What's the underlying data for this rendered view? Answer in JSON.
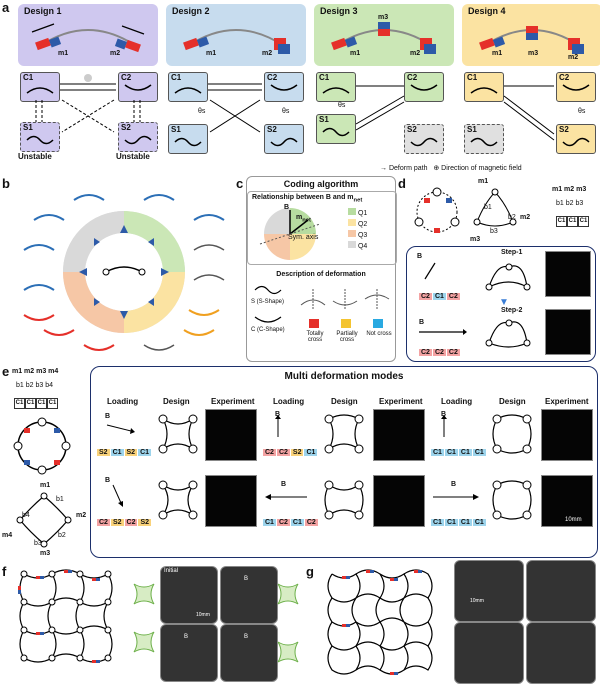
{
  "panels": {
    "a": "a",
    "b": "b",
    "c": "c",
    "d": "d",
    "e": "e",
    "f": "f",
    "g": "g"
  },
  "designs": [
    {
      "title": "Design 1",
      "color": "#cfc8ef",
      "magnets": [
        "m1",
        "m2"
      ]
    },
    {
      "title": "Design 2",
      "color": "#c7dcee",
      "magnets": [
        "m1",
        "m2"
      ]
    },
    {
      "title": "Design 3",
      "color": "#cbe7b6",
      "magnets": [
        "m1",
        "m3",
        "m2"
      ]
    },
    {
      "title": "Design 4",
      "color": "#fbe3a2",
      "magnets": [
        "m1",
        "m3",
        "m2"
      ]
    }
  ],
  "states": {
    "c1": "C1",
    "c2": "C2",
    "s1": "S1",
    "s2": "S2"
  },
  "unstable": "Unstable",
  "theta": "θs",
  "legend": {
    "deform": "Deform path",
    "field": "Direction of magnetic field"
  },
  "coding": {
    "title": "Coding algorithm",
    "relationship": "Relationship between B and m",
    "relationship_sub": "net",
    "B": "B",
    "mnet": "m",
    "mnet_sub": "net",
    "sym_axis": "Sym. axis",
    "quadrants": [
      {
        "label": "Q1",
        "color": "#b7dca0"
      },
      {
        "label": "Q2",
        "color": "#fbe3a2"
      },
      {
        "label": "Q3",
        "color": "#f6c7a6"
      },
      {
        "label": "Q4",
        "color": "#d9d9d9"
      }
    ],
    "description": "Description of deformation",
    "s_shape": "S (S-Shape)",
    "c_shape": "C (C-Shape)",
    "cross": [
      {
        "label": "Totally cross",
        "color": "#e5302a"
      },
      {
        "label": "Partially cross",
        "color": "#f4c430"
      },
      {
        "label": "Not cross",
        "color": "#29a9e1"
      }
    ]
  },
  "panel_d": {
    "m1": "m1",
    "m2": "m2",
    "m3": "m3",
    "b1": "b1",
    "b2": "b2",
    "b3": "b3",
    "code_header": "m1 m2 m3",
    "code_b": "b1 b2 b3",
    "code": [
      "C1",
      "C1",
      "C1"
    ],
    "step1": "Step-1",
    "step2": "Step-2",
    "B": "B",
    "step1_code": [
      "C2",
      "C1",
      "C2"
    ],
    "step2_code": [
      "C2",
      "C2",
      "C2"
    ]
  },
  "panel_e": {
    "code_header": "m1 m2 m3 m4",
    "code_b": "b1 b2 b3 b4",
    "code": [
      "C1",
      "C1",
      "C1",
      "C1"
    ],
    "m_labels": [
      "m1",
      "m2",
      "m3",
      "m4"
    ],
    "b_labels": [
      "b1",
      "b2",
      "b3",
      "b4"
    ],
    "title": "Multi deformation modes",
    "headers": [
      "Loading",
      "Design",
      "Experiment",
      "Loading",
      "Design",
      "Experiment",
      "Loading",
      "Design",
      "Experiment"
    ],
    "B": "B",
    "codes_row1": [
      [
        "S2",
        "C1",
        "S2",
        "C1"
      ],
      [
        "C2",
        "C2",
        "S2",
        "C1"
      ],
      [
        "C1",
        "C1",
        "C1",
        "C1"
      ]
    ],
    "codes_row2": [
      [
        "C2",
        "S2",
        "C2",
        "S2"
      ],
      [
        "C1",
        "C2",
        "C1",
        "C2"
      ],
      [
        "C1",
        "C1",
        "C1",
        "C1"
      ]
    ],
    "scale": "10mm"
  },
  "panel_f": {
    "initial": "Initial",
    "scale": "10mm",
    "B": "B"
  },
  "panel_g": {
    "scale": "10mm"
  }
}
